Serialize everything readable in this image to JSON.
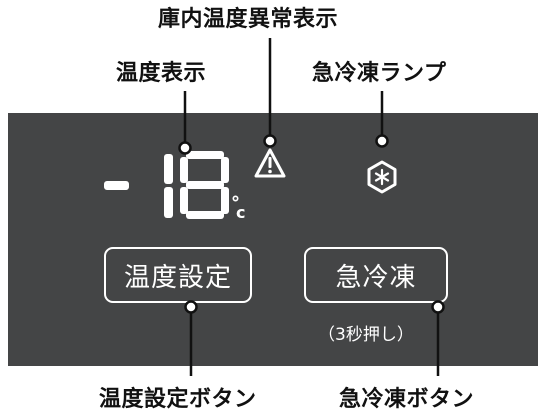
{
  "callouts": {
    "abnormal_temp": "庫内温度異常表示",
    "temp_display": "温度表示",
    "quick_freeze_lamp": "急冷凍ランプ",
    "temp_setting_button": "温度設定ボタン",
    "quick_freeze_button": "急冷凍ボタン"
  },
  "display": {
    "temperature": "-18",
    "unit": "c"
  },
  "buttons": {
    "temp_setting": "温度設定",
    "quick_freeze": "急冷凍",
    "quick_freeze_note": "（3秒押し）"
  },
  "icons": {
    "warning": "warning-triangle-icon",
    "snowflake": "snowflake-hexagon-icon"
  },
  "colors": {
    "panel": "#444546",
    "display": "#ffffff",
    "leader_line": "#111111"
  }
}
